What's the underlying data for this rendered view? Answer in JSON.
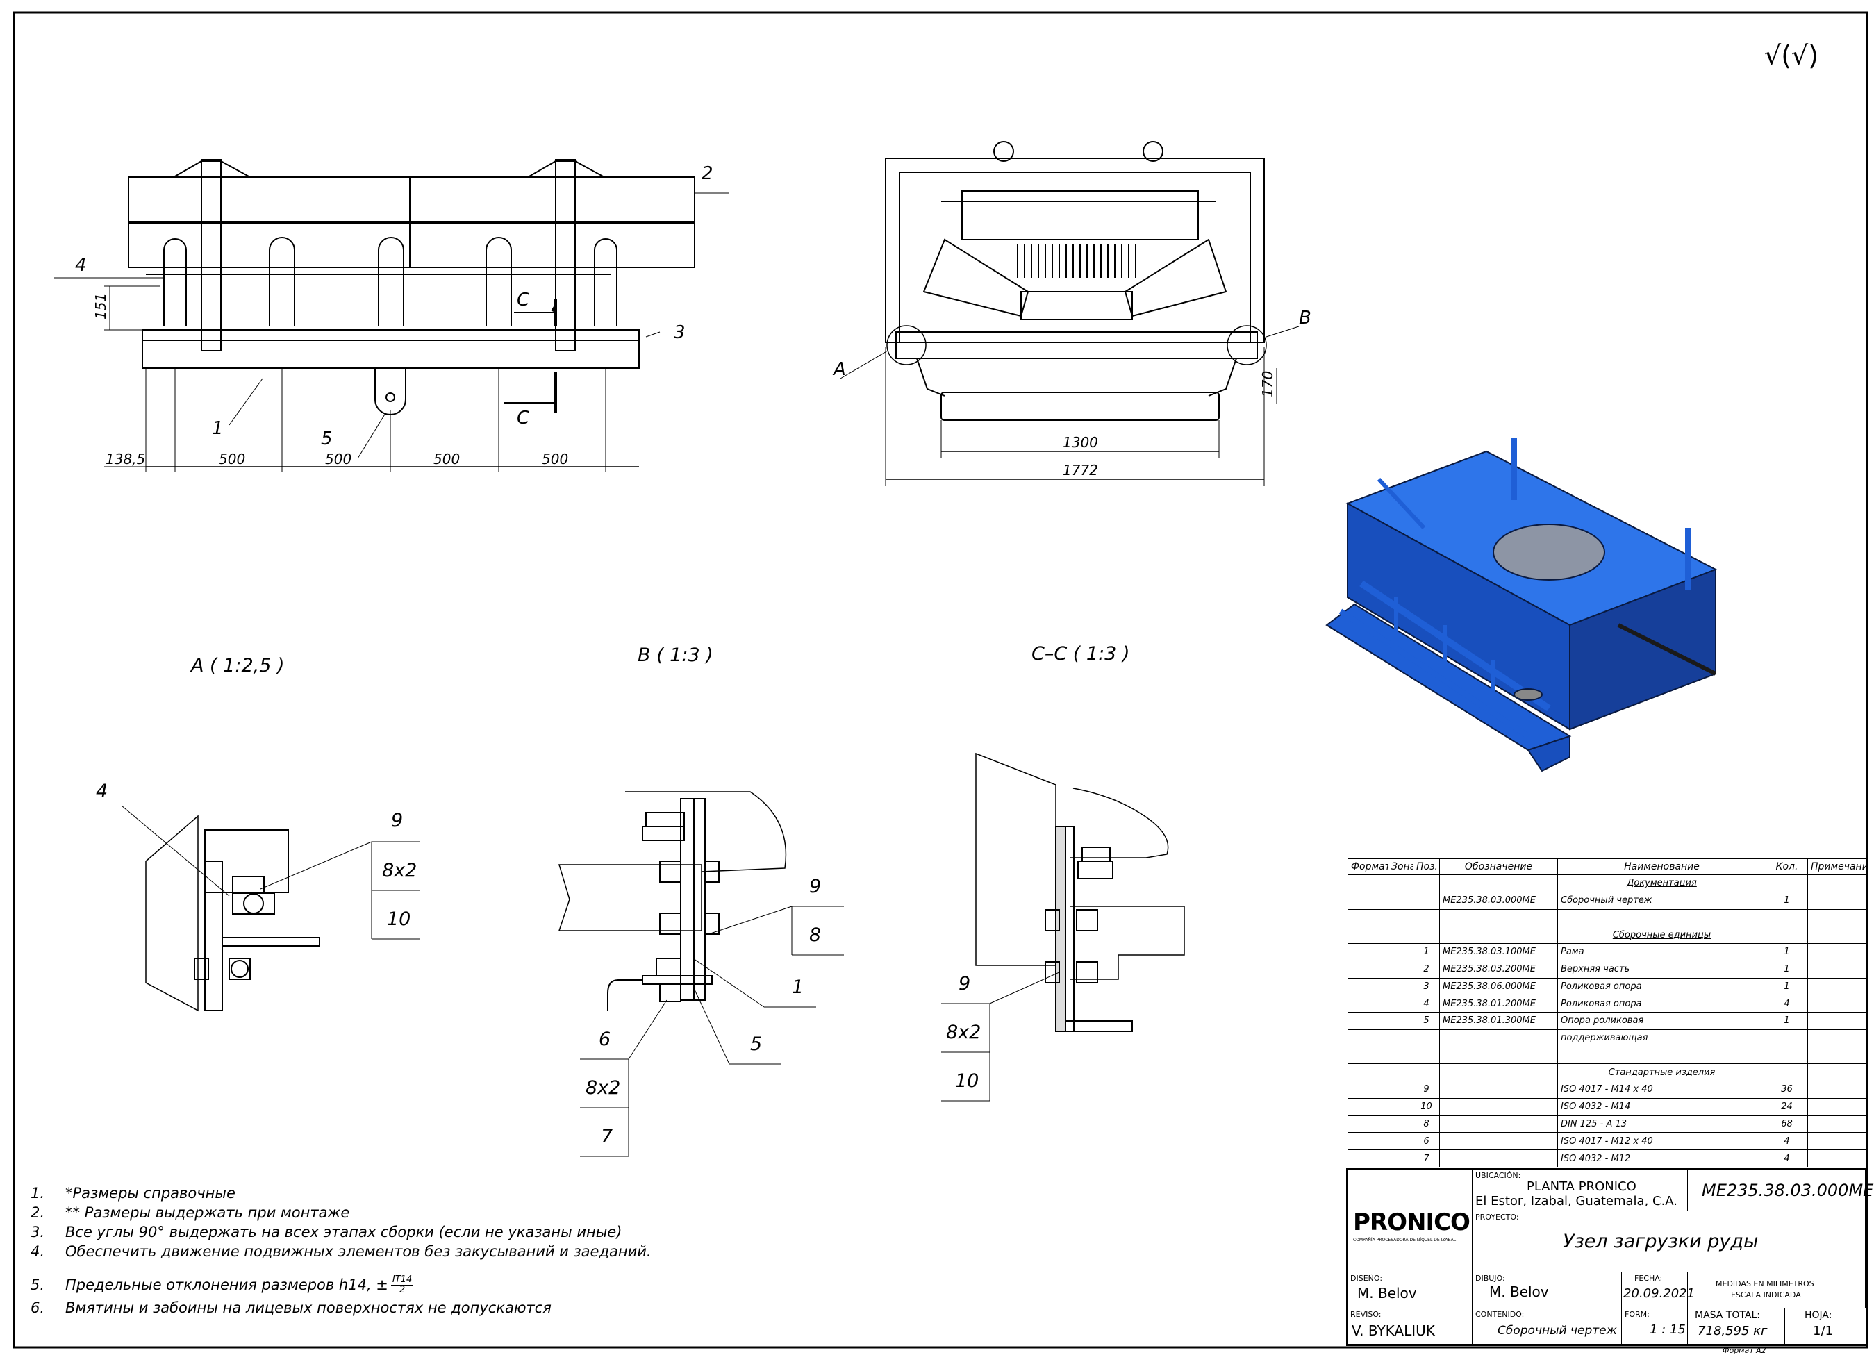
{
  "roughness_symbol": "√(√)",
  "view_labels": {
    "detail_a": "A ( 1:2,5 )",
    "detail_b": "B ( 1:3 )",
    "section_cc": "C–C ( 1:3 )"
  },
  "front_view": {
    "positions": [
      "1",
      "2",
      "3",
      "4",
      "5"
    ],
    "section_marks": [
      "C",
      "C"
    ],
    "dimensions": {
      "height": "151",
      "offset": "138,5",
      "pitch": [
        "500",
        "500",
        "500",
        "500"
      ]
    }
  },
  "end_view": {
    "detail_marks": [
      "A",
      "B"
    ],
    "dimensions": {
      "height": "170",
      "inner": "1300",
      "overall": "1772"
    }
  },
  "detail_a": {
    "positions": [
      "4",
      "9",
      "8x2",
      "10"
    ]
  },
  "detail_b": {
    "positions": [
      "9",
      "8",
      "1",
      "6",
      "8x2",
      "7",
      "5"
    ]
  },
  "section_cc": {
    "positions": [
      "9",
      "8x2",
      "10"
    ]
  },
  "notes": [
    {
      "num": "1.",
      "text": "*Размеры справочные"
    },
    {
      "num": "2.",
      "text": "** Размеры выдержать при монтаже"
    },
    {
      "num": "3.",
      "text": "Все углы 90° выдержать на всех этапах сборки (если не указаны иные)"
    },
    {
      "num": "4.",
      "text": "Обеспечить движение подвижных элементов без закусываний и заеданий."
    },
    {
      "num": "5.",
      "text": "Предельные отклонения размеров h14, ±",
      "frac_num": "IT14",
      "frac_den": "2"
    },
    {
      "num": "6.",
      "text": "Вмятины и забоины на лицевых поверхностях не допускаются"
    }
  ],
  "bom": {
    "headers": [
      "Формат",
      "Зона",
      "Поз.",
      "Обозначение",
      "Наименование",
      "Кол.",
      "Примечание"
    ],
    "rows": [
      {
        "section": "Документация"
      },
      {
        "pos": "",
        "code": "ME235.38.03.000ME",
        "name": "Сборочный чертеж",
        "qty": "1"
      },
      {
        "blank": true
      },
      {
        "section": "Сборочные единицы"
      },
      {
        "pos": "1",
        "code": "ME235.38.03.100ME",
        "name": "Рама",
        "qty": "1"
      },
      {
        "pos": "2",
        "code": "ME235.38.03.200ME",
        "name": "Верхняя часть",
        "qty": "1"
      },
      {
        "pos": "3",
        "code": "ME235.38.06.000ME",
        "name": "Роликовая опора",
        "qty": "1"
      },
      {
        "pos": "4",
        "code": "ME235.38.01.200ME",
        "name": "Роликовая опора",
        "qty": "4"
      },
      {
        "pos": "5",
        "code": "ME235.38.01.300ME",
        "name": "Опора роликовая",
        "qty": "1"
      },
      {
        "pos": "",
        "code": "",
        "name": "поддерживающая",
        "qty": ""
      },
      {
        "blank": true
      },
      {
        "section": "Стандартные изделия"
      },
      {
        "pos": "9",
        "code": "",
        "name": "ISO 4017 - M14 x 40",
        "qty": "36"
      },
      {
        "pos": "10",
        "code": "",
        "name": "ISO 4032 - M14",
        "qty": "24"
      },
      {
        "pos": "8",
        "code": "",
        "name": "DIN 125 - A 13",
        "qty": "68"
      },
      {
        "pos": "6",
        "code": "",
        "name": "ISO 4017 - M12 x 40",
        "qty": "4"
      },
      {
        "pos": "7",
        "code": "",
        "name": "ISO 4032 - M12",
        "qty": "4"
      }
    ]
  },
  "title_block": {
    "logo": "PRONICO",
    "logo_sub": "COMPAÑÍA PROCESADORA DE NÍQUEL DE IZABAL",
    "ubicacion_label": "UBICACIÓN:",
    "ubicacion_1": "PLANTA PRONICO",
    "ubicacion_2": "El Estor, Izabal, Guatemala, C.A.",
    "drawing_number": "ME235.38.03.000ME",
    "proyecto_label": "PROYECTO:",
    "title": "Узел загрузки руды",
    "diseno_label": "DISEÑO:",
    "diseno": "M. Belov",
    "dibujo_label": "DIBUJO:",
    "dibujo": "M. Belov",
    "fecha_label": "FECHA:",
    "fecha": "20.09.2021",
    "medidas_1": "MEDIDAS EN MILIMETROS",
    "medidas_2": "ESCALA INDICADA",
    "reviso_label": "REVISO:",
    "reviso": "V. BYKALIUK",
    "contenido_label": "CONTENIDO:",
    "contenido": "Сборочный чертеж",
    "form_label": "FORM:",
    "form": "1 : 15",
    "masa_label": "MASA TOTAL:",
    "masa": "718,595 кг",
    "hoja_label": "HOJA:",
    "hoja": "1/1",
    "formato": "Формат А2"
  }
}
